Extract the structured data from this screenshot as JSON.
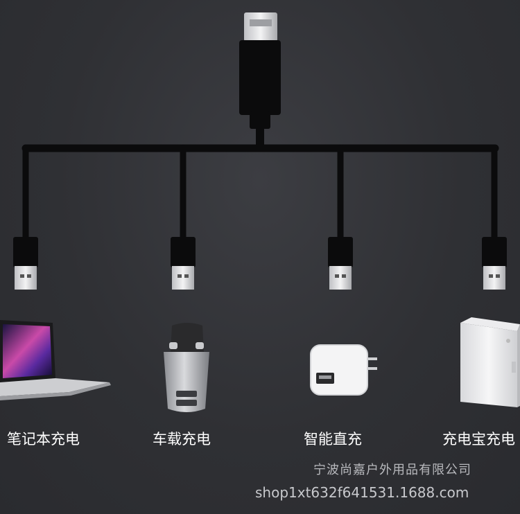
{
  "labels": {
    "laptop": "笔记本充电",
    "car_charger": "车载充电",
    "wall_charger": "智能直充",
    "power_bank": "充电宝充电"
  },
  "watermark": {
    "company": "宁波尚嘉户外用品有限公司",
    "shop_url": "shop1xt632f641531.1688.com"
  },
  "colors": {
    "background": "#2f3034",
    "cable": "#0b0b0c",
    "usb_metal": "#e6e6e6",
    "label_text": "#ffffff"
  }
}
